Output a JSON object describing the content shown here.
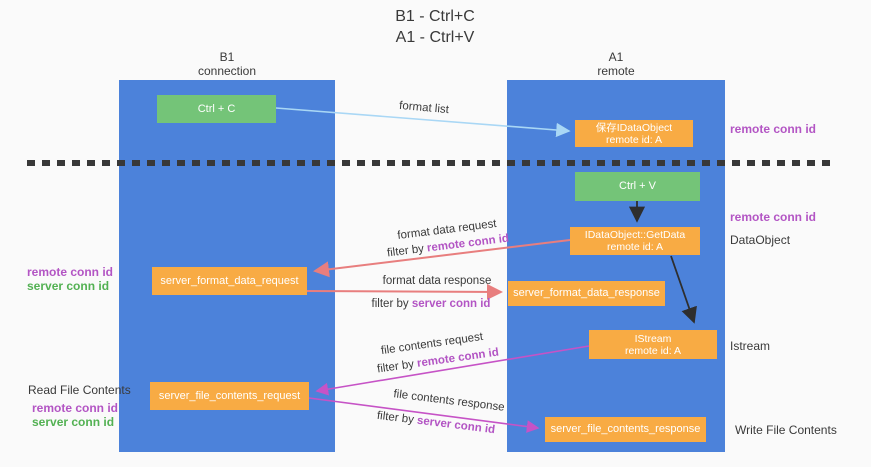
{
  "title": {
    "line1": "B1 - Ctrl+C",
    "line2": "A1 - Ctrl+V"
  },
  "lanes": {
    "left": {
      "name": "B1",
      "role": "connection"
    },
    "right": {
      "name": "A1",
      "role": "remote"
    }
  },
  "nodes": {
    "ctrl_c": "Ctrl + C",
    "ctrl_v": "Ctrl + V",
    "save_idataobject": {
      "line1": "保存IDataObject",
      "line2": "remote id: A"
    },
    "getdata": {
      "line1": "IDataObject::GetData",
      "line2": "remote id: A"
    },
    "istream": {
      "line1": "IStream",
      "line2": "remote id: A"
    },
    "format_request": "server_format_data_request",
    "format_response": "server_format_data_response",
    "file_request": "server_file_contents_request",
    "file_response": "server_file_contents_response"
  },
  "labels": {
    "format_list": "format list",
    "format_data_request": "format data request",
    "format_data_response": "format data response",
    "file_contents_request": "file contents request",
    "file_contents_response": "file contents response",
    "filter_by": "filter by ",
    "remote_conn_id": "remote conn id",
    "server_conn_id": "server conn id"
  },
  "annotations": {
    "read_file_contents": "Read File Contents",
    "write_file_contents": "Write File Contents",
    "dataobject": "DataObject",
    "istream": "Istream"
  },
  "colors": {
    "lane_blue": "#4c82da",
    "box_orange": "#f8ab44",
    "box_green": "#74c478",
    "arrow_blue": "#a9d7f5",
    "arrow_salmon": "#e87e7e",
    "arrow_magenta": "#c653c6",
    "text_purple": "#b355c4",
    "text_green": "#53b153"
  }
}
